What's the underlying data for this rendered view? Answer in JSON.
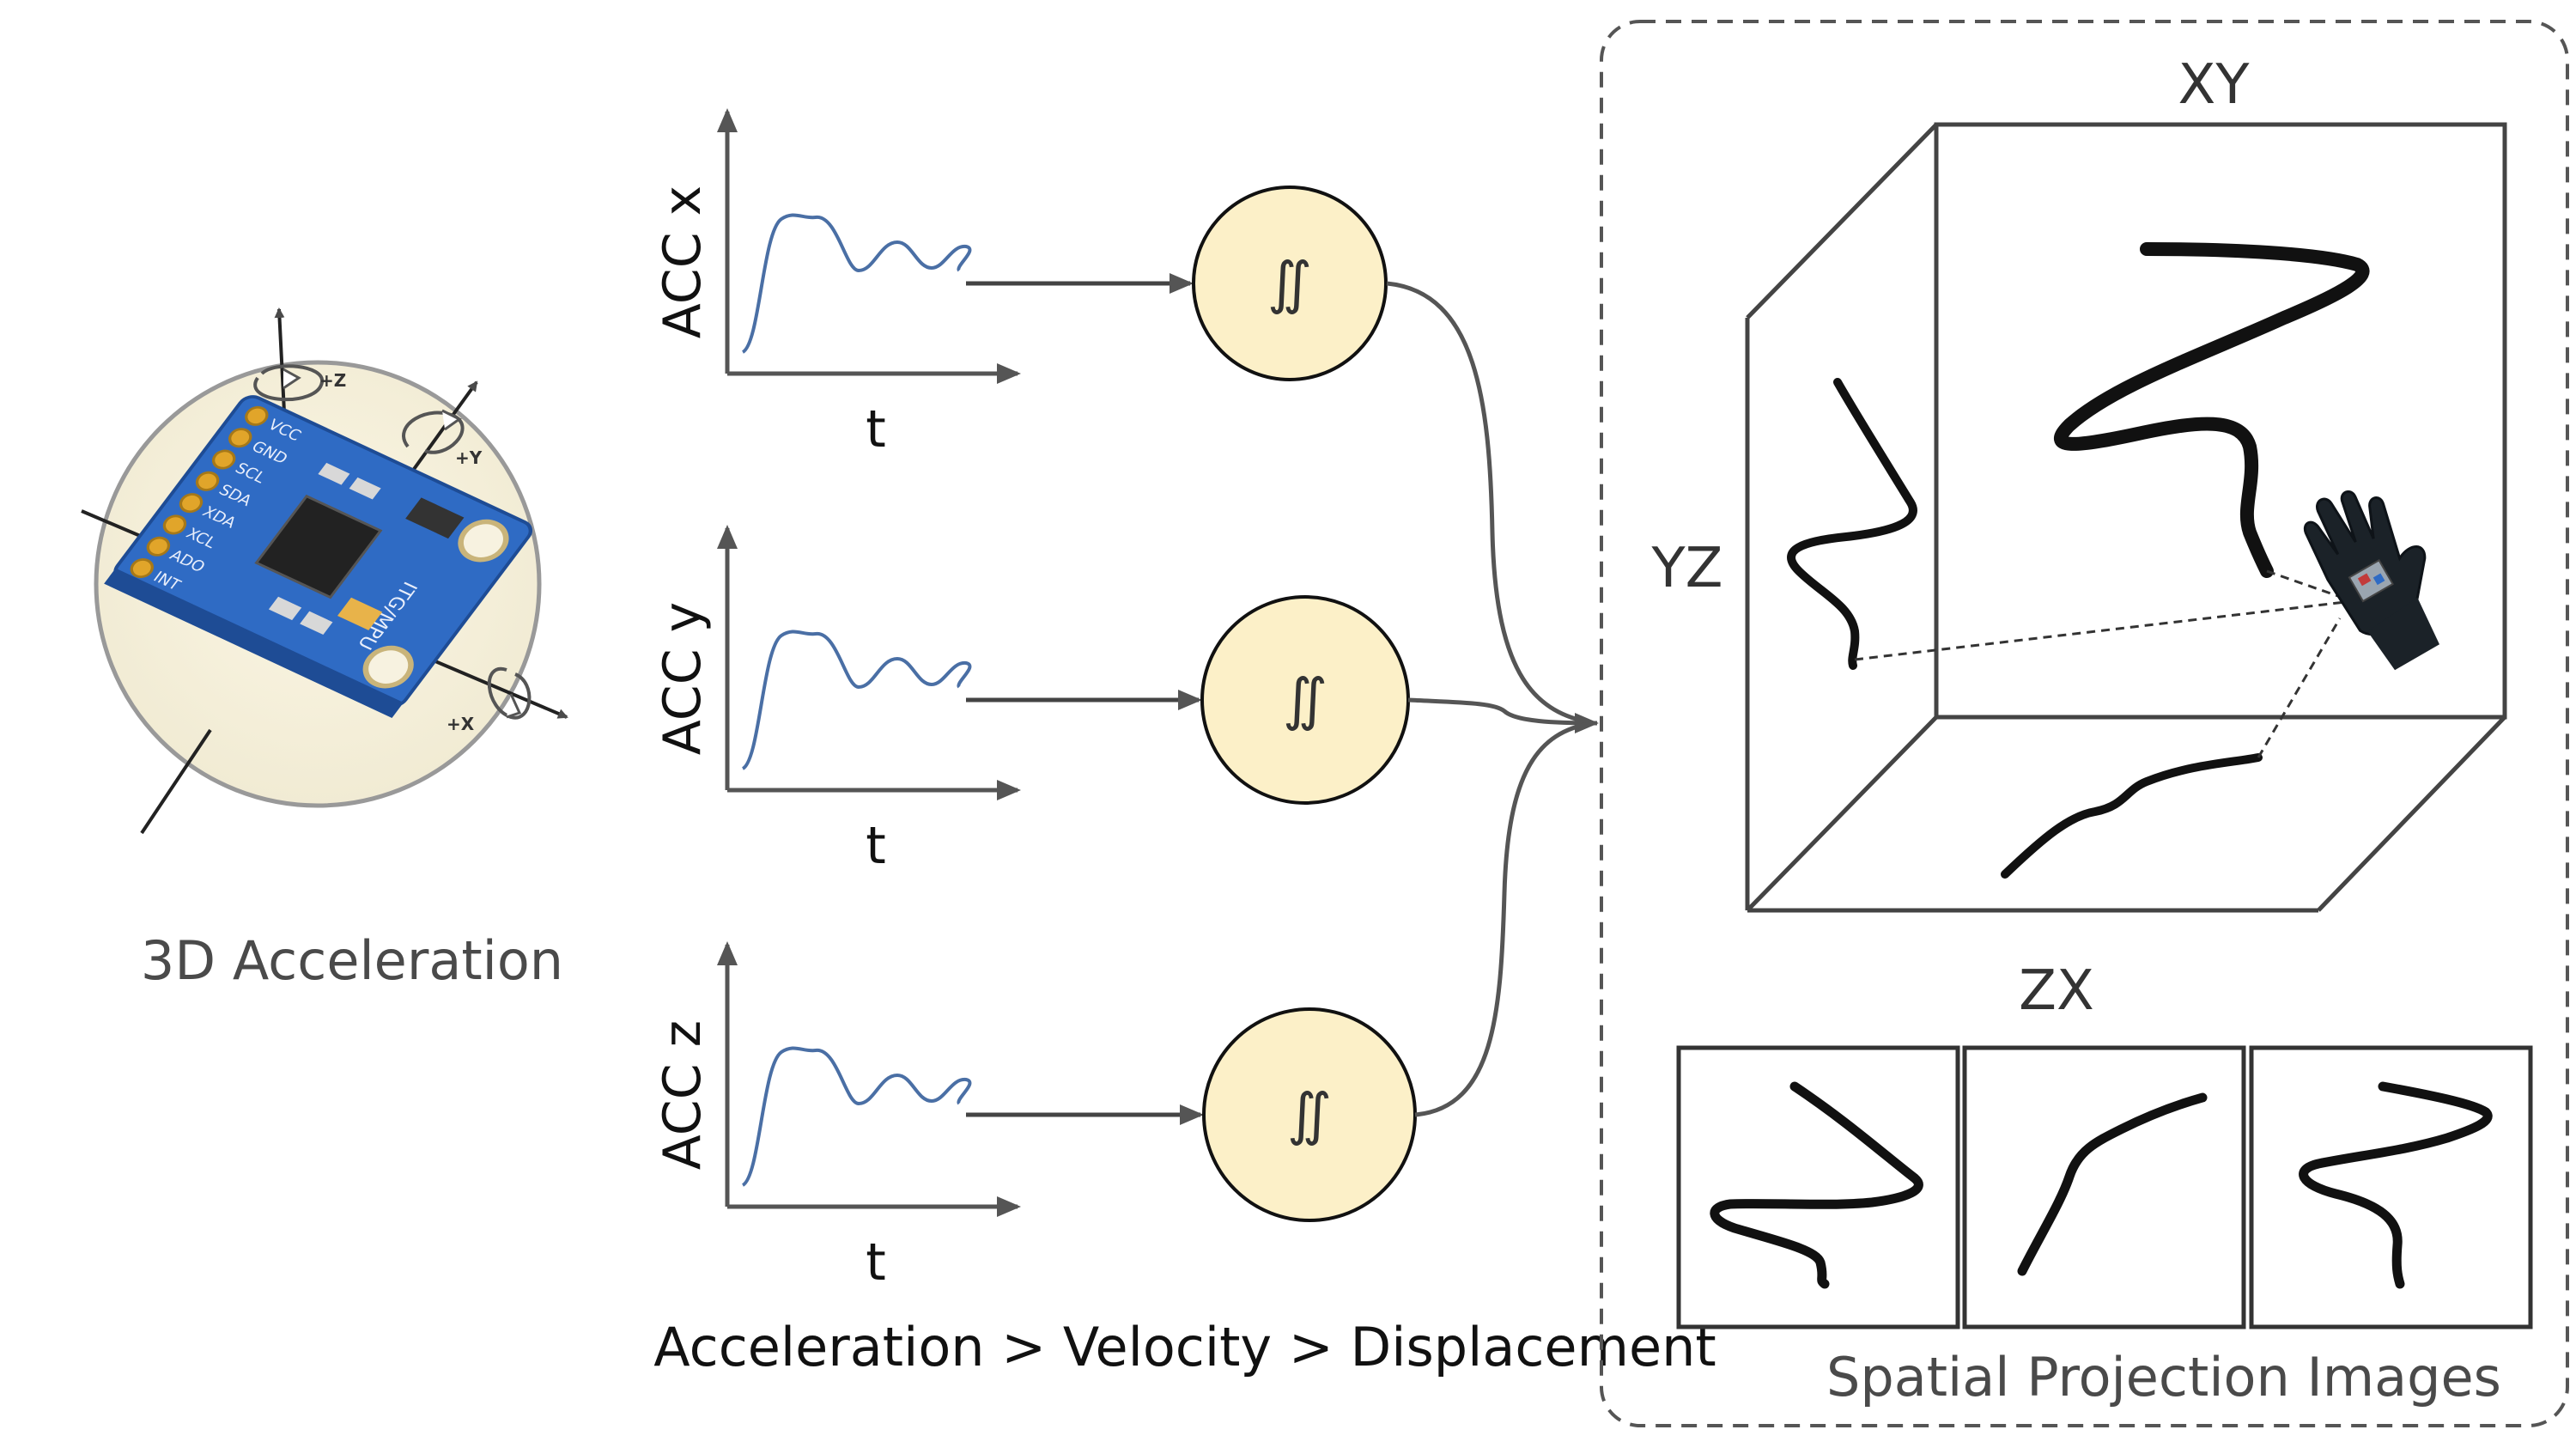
{
  "sensor": {
    "caption": "3D Acceleration",
    "axis_labels": [
      "+Z",
      "+Y",
      "+X"
    ],
    "board_pins": [
      "VCC",
      "GND",
      "SCL",
      "SDA",
      "XDA",
      "XCL",
      "ADO",
      "INT"
    ],
    "board_name": "ITG/MPU"
  },
  "signals": [
    {
      "ylabel": "ACC x",
      "xlabel": "t"
    },
    {
      "ylabel": "ACC y",
      "xlabel": "t"
    },
    {
      "ylabel": "ACC z",
      "xlabel": "t"
    }
  ],
  "integrator_symbol": "∬",
  "pipeline_caption": "Acceleration > Velocity > Displacement",
  "projection": {
    "plane_xy": "XY",
    "plane_yz": "YZ",
    "plane_zx": "ZX",
    "caption": "Spatial Projection Images"
  },
  "colors": {
    "signal_line": "#4a6fa5",
    "integrator_fill": "#fcf0c8",
    "stroke": "#444444",
    "board": "#2f6bc4",
    "pin": "#e1a52a"
  }
}
